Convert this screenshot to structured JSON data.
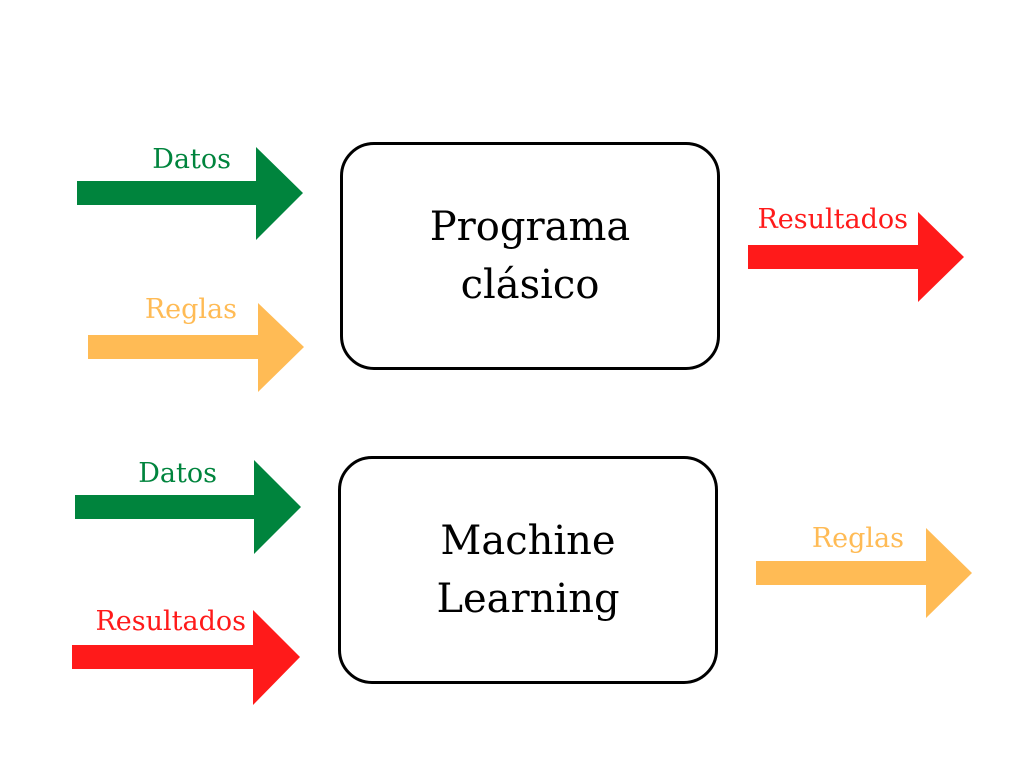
{
  "colors": {
    "data": "#00843d",
    "rules": "#ffbb55",
    "results": "#ff1a1a",
    "box_border": "#000000"
  },
  "classic": {
    "box_label_line1": "Programa",
    "box_label_line2": "clásico",
    "input_data_label": "Datos",
    "input_rules_label": "Reglas",
    "output_label": "Resultados"
  },
  "ml": {
    "box_label_line1": "Machine",
    "box_label_line2": "Learning",
    "input_data_label": "Datos",
    "input_results_label": "Resultados",
    "output_label": "Reglas"
  }
}
